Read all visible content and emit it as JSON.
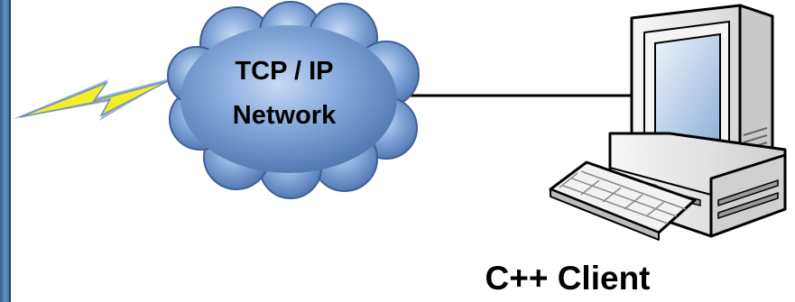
{
  "network": {
    "line1": "TCP / IP",
    "line2": "Network"
  },
  "client": {
    "label": "C++ Client"
  },
  "icons": [
    "lightning-bolt-icon",
    "cloud-icon",
    "desktop-computer-icon",
    "keyboard-icon"
  ],
  "colors": {
    "cloud_fill": "#6f97cf",
    "cloud_stroke": "#3e5f96",
    "bolt_fill": "#f4ee2a",
    "bolt_outline": "#4a78b8",
    "computer_body": "#ececec",
    "screen": "#b8cde8",
    "left_strip": "#3b6e9d"
  }
}
